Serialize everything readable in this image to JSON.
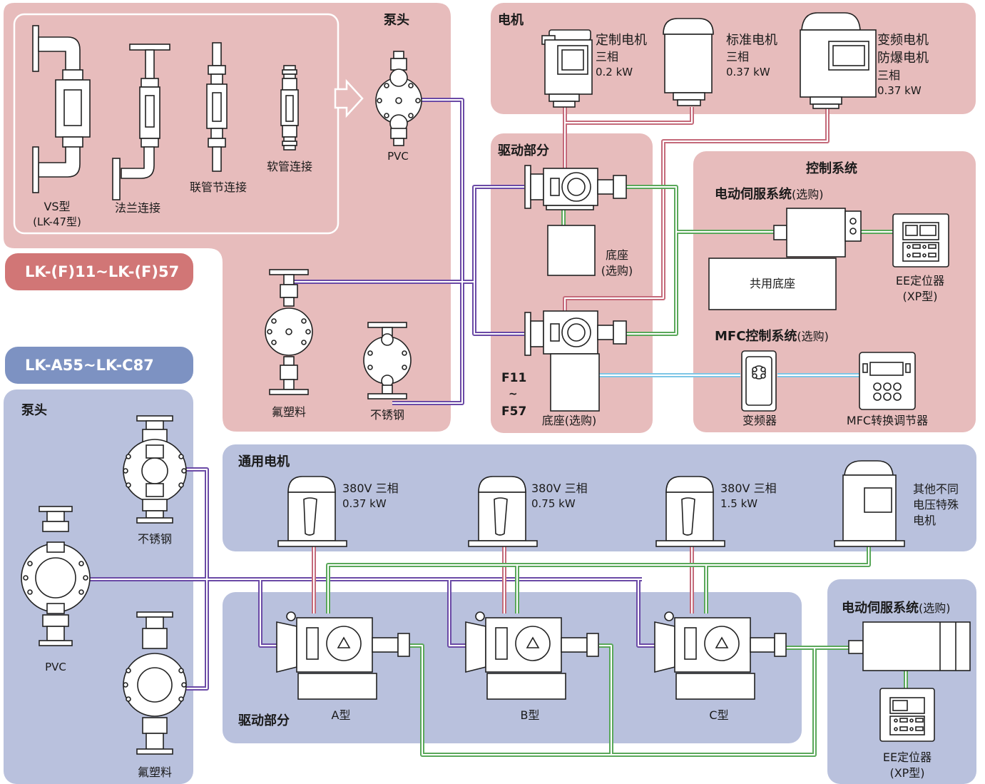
{
  "colors": {
    "pink_panel": "#e7bcbc",
    "blue_panel": "#b9c1dd",
    "pink_pill": "#d17676",
    "blue_pill": "#7d92c2",
    "purple_pipe": "#6b4aa6",
    "green_pipe": "#5aa85a",
    "red_pipe": "#c46a7a",
    "cyan_pipe": "#7ec6e6"
  },
  "series_top": "LK-(F)11~LK-(F)57",
  "series_bottom": "LK-A55~LK-C87",
  "top": {
    "pump_head": {
      "title": "泵头",
      "vs_label": "VS型",
      "vs_sub": "(LK-47型)",
      "flange": "法兰连接",
      "union": "联管节连接",
      "hose": "软管连接",
      "pvc": "PVC",
      "fluoro": "氟塑料",
      "stainless": "不锈钢"
    },
    "motor": {
      "title": "电机",
      "custom_name": "定制电机",
      "custom_phase": "三相",
      "custom_power": "0.2 kW",
      "std_name": "标准电机",
      "std_phase": "三相",
      "std_power": "0.37 kW",
      "inv_name1": "变频电机",
      "inv_name2": "防爆电机",
      "inv_phase": "三相",
      "inv_power": "0.37 kW"
    },
    "drive": {
      "title": "驱动部分",
      "base": "底座",
      "base_opt": "(选购)",
      "f11": "F11",
      "tilde": "~",
      "f57": "F57",
      "base2": "底座(选购)"
    },
    "control": {
      "title": "控制系统",
      "servo_title": "电动伺服系统",
      "servo_opt": "(选购)",
      "common_base": "共用底座",
      "ee": "EE定位器",
      "ee_type": "(XP型)",
      "mfc_title": "MFC控制系统",
      "mfc_opt": "(选购)",
      "inverter": "变频器",
      "mfc_adjuster": "MFC转换调节器"
    }
  },
  "bottom": {
    "pump_head": {
      "title": "泵头",
      "stainless": "不锈钢",
      "pvc": "PVC",
      "fluoro": "氟塑料"
    },
    "motor": {
      "title": "通用电机",
      "m1_spec": "380V 三相",
      "m1_power": "0.37 kW",
      "m2_spec": "380V 三相",
      "m2_power": "0.75 kW",
      "m3_spec": "380V 三相",
      "m3_power": "1.5 kW",
      "other1": "其他不同",
      "other2": "电压特殊",
      "other3": "电机"
    },
    "drive": {
      "title": "驱动部分",
      "a": "A型",
      "b": "B型",
      "c": "C型"
    },
    "servo": {
      "title": "电动伺服系统",
      "opt": "(选购)",
      "ee": "EE定位器",
      "ee_type": "(XP型)"
    }
  }
}
